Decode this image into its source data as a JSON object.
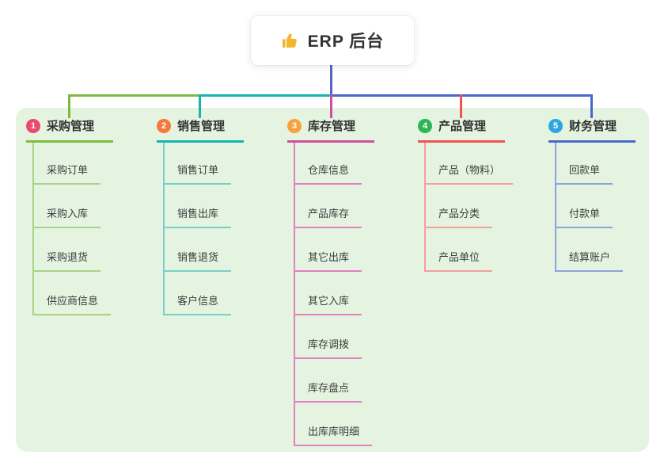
{
  "root": {
    "label": "ERP 后台",
    "icon": "thumbs-up-icon",
    "icon_color": "#f4b62e"
  },
  "layout_colors": {
    "page_background": "#ffffff",
    "panel_background": "#e4f4e0",
    "root_connector_color": "#5566c7",
    "node_background": "#ffffff",
    "title_text_color": "#333333",
    "child_text_color": "#3d3d3d"
  },
  "branches": [
    {
      "badge": "1",
      "label": "采购管理",
      "badge_color": "#ea4b6b",
      "line_color": "#7fba40",
      "child_line_color": "#a9d287",
      "children": [
        "采购订单",
        "采购入库",
        "采购退货",
        "供应商信息"
      ]
    },
    {
      "badge": "2",
      "label": "销售管理",
      "badge_color": "#f5793b",
      "line_color": "#17b3ae",
      "child_line_color": "#79cfc9",
      "children": [
        "销售订单",
        "销售出库",
        "销售退货",
        "客户信息"
      ]
    },
    {
      "badge": "3",
      "label": "库存管理",
      "badge_color": "#f9a13c",
      "line_color": "#cf4f9f",
      "child_line_color": "#e57fbe",
      "children": [
        "仓库信息",
        "产品库存",
        "其它出库",
        "其它入库",
        "库存调拨",
        "库存盘点",
        "出库库明细"
      ]
    },
    {
      "badge": "4",
      "label": "产品管理",
      "badge_color": "#2eb554",
      "line_color": "#f15353",
      "child_line_color": "#f79e9e",
      "children": [
        "产品（物料）",
        "产品分类",
        "产品单位"
      ]
    },
    {
      "badge": "5",
      "label": "财务管理",
      "badge_color": "#2ea7e0",
      "line_color": "#4a67c9",
      "child_line_color": "#8ea2dd",
      "children": [
        "回款单",
        "付款单",
        "结算账户"
      ]
    }
  ]
}
